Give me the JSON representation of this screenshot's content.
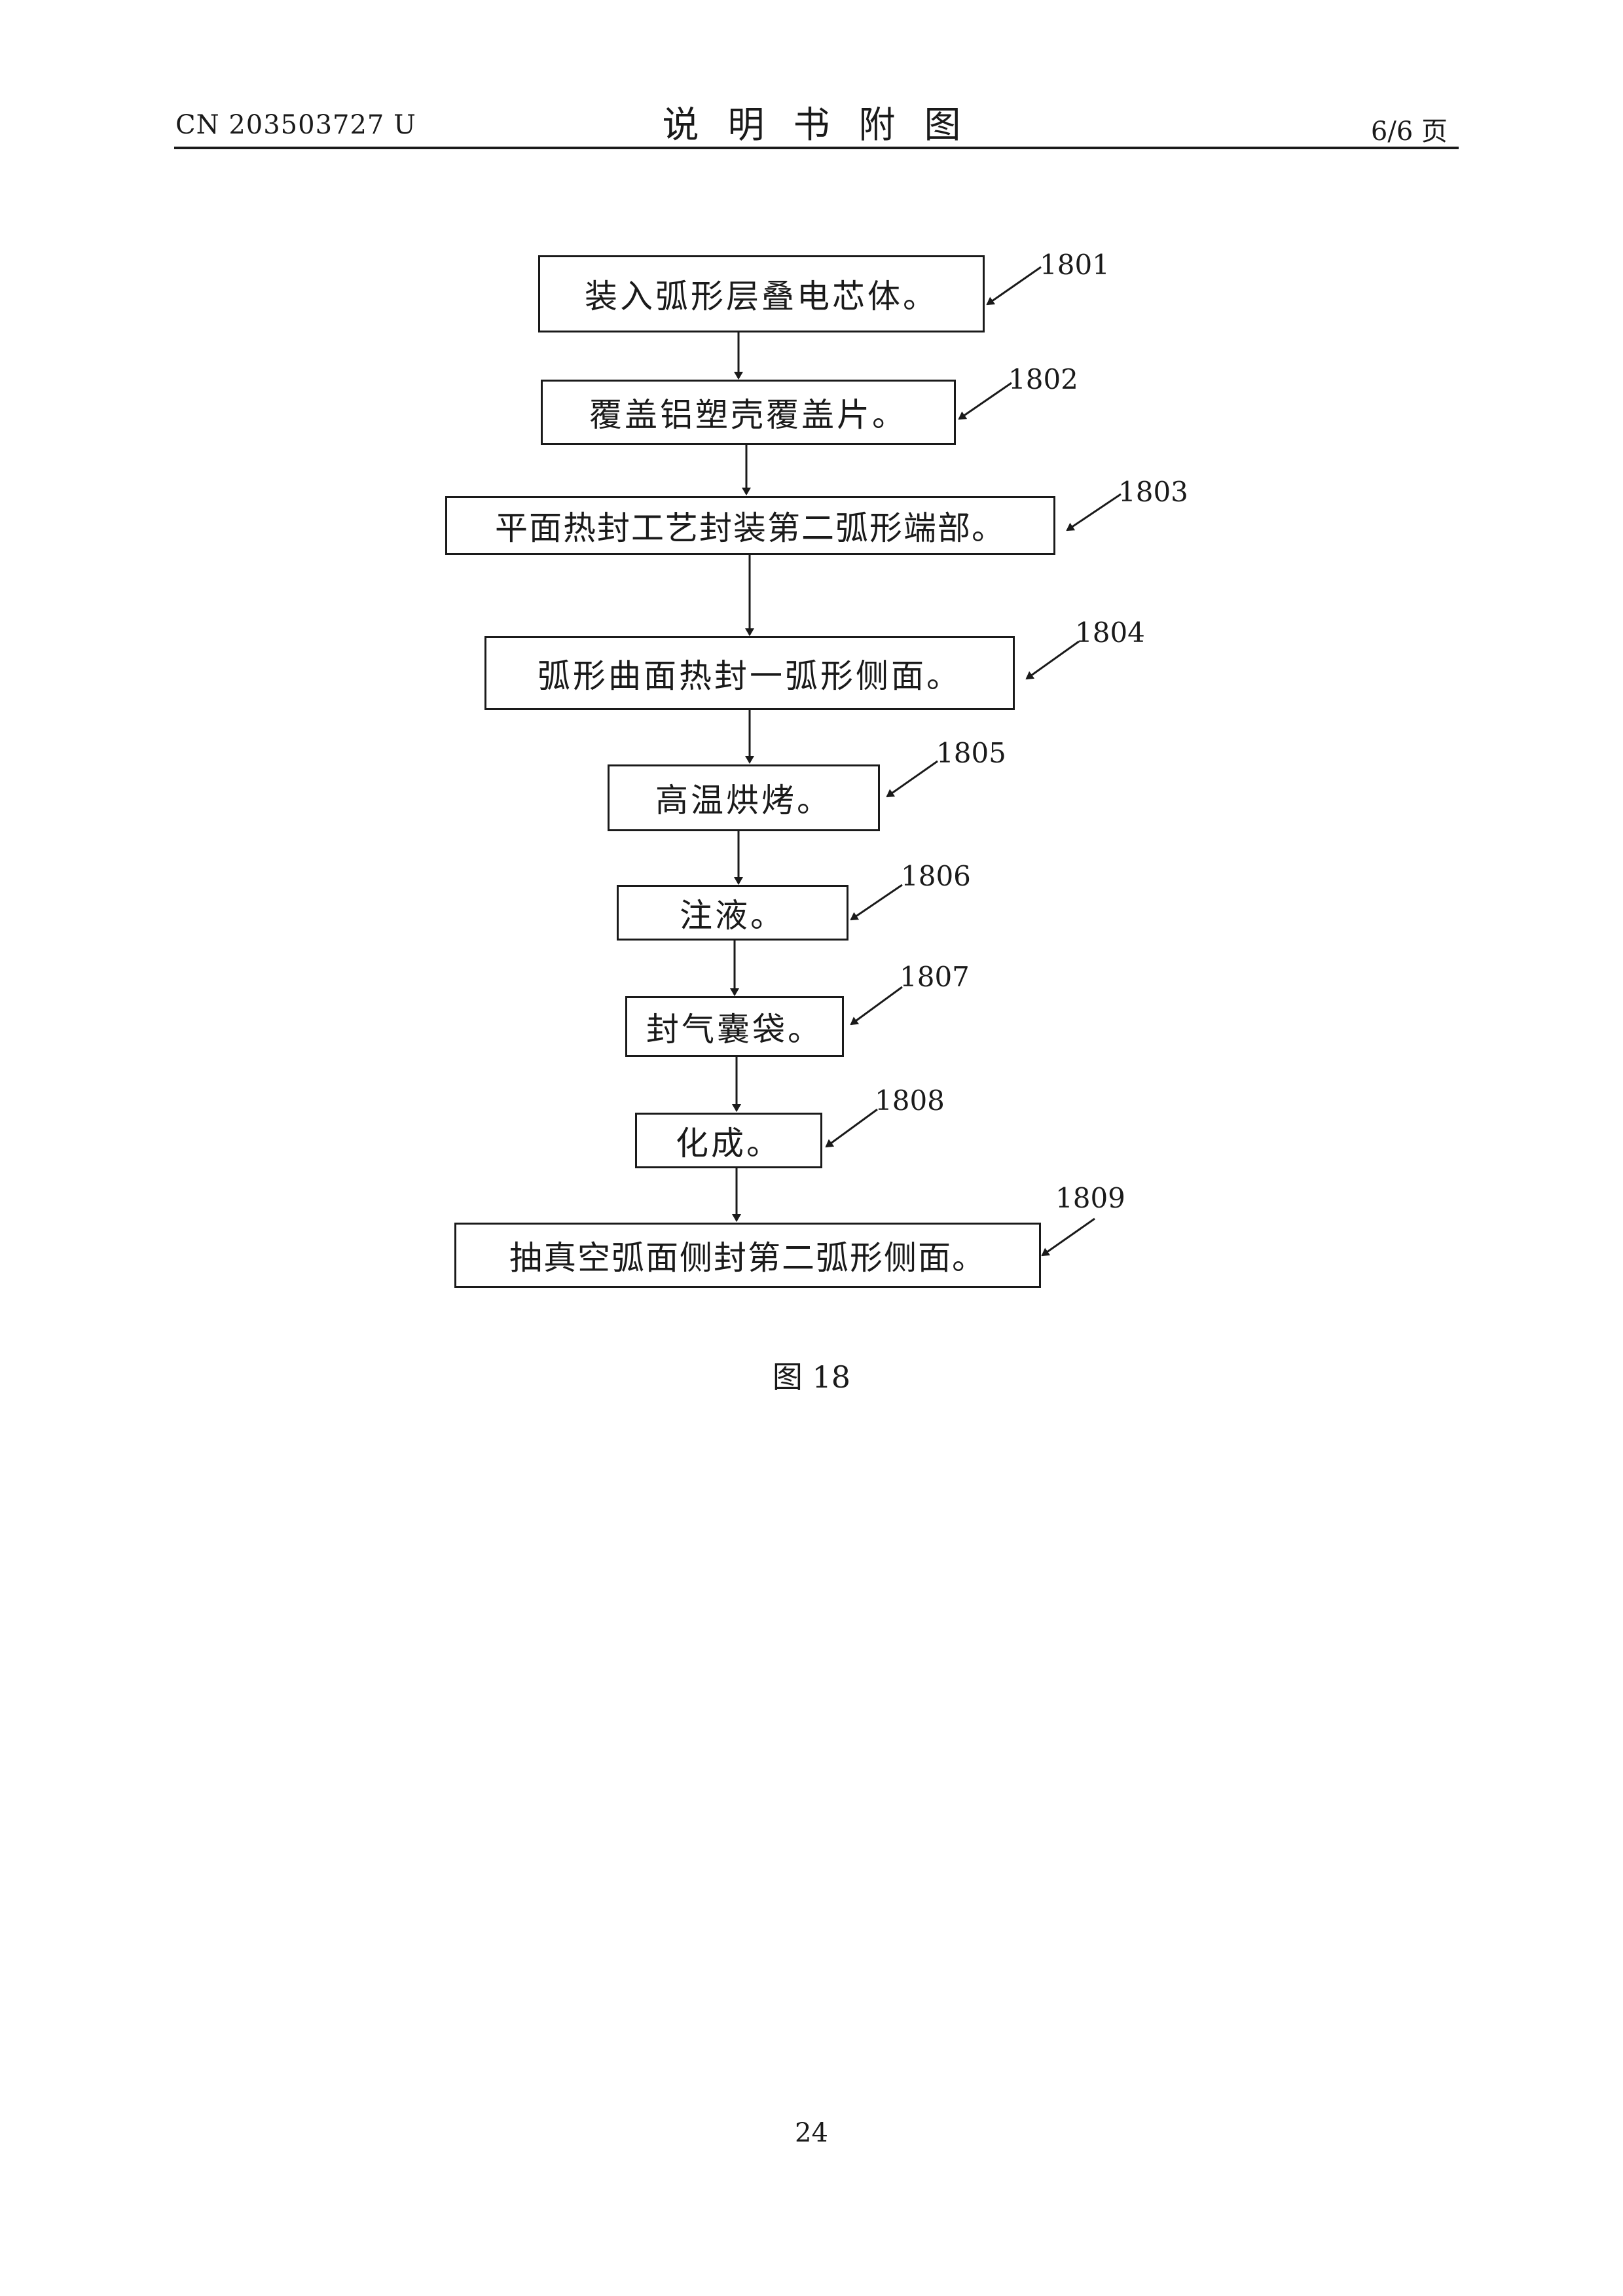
{
  "header": {
    "patent_number": "CN 203503727 U",
    "title": "说明书附图",
    "page_of": "6/6 页"
  },
  "flowchart": {
    "steps": [
      {
        "text": "装入弧形层叠电芯体。",
        "ref": "1801"
      },
      {
        "text": "覆盖铝塑壳覆盖片。",
        "ref": "1802"
      },
      {
        "text": "平面热封工艺封装第二弧形端部。",
        "ref": "1803"
      },
      {
        "text": "弧形曲面热封一弧形侧面。",
        "ref": "1804"
      },
      {
        "text": "高温烘烤。",
        "ref": "1805"
      },
      {
        "text": "注液。",
        "ref": "1806"
      },
      {
        "text": "封气囊袋。",
        "ref": "1807"
      },
      {
        "text": "化成。",
        "ref": "1808"
      },
      {
        "text": "抽真空弧面侧封第二弧形侧面。",
        "ref": "1809"
      }
    ]
  },
  "figure_caption": "图 18",
  "page_number": "24"
}
